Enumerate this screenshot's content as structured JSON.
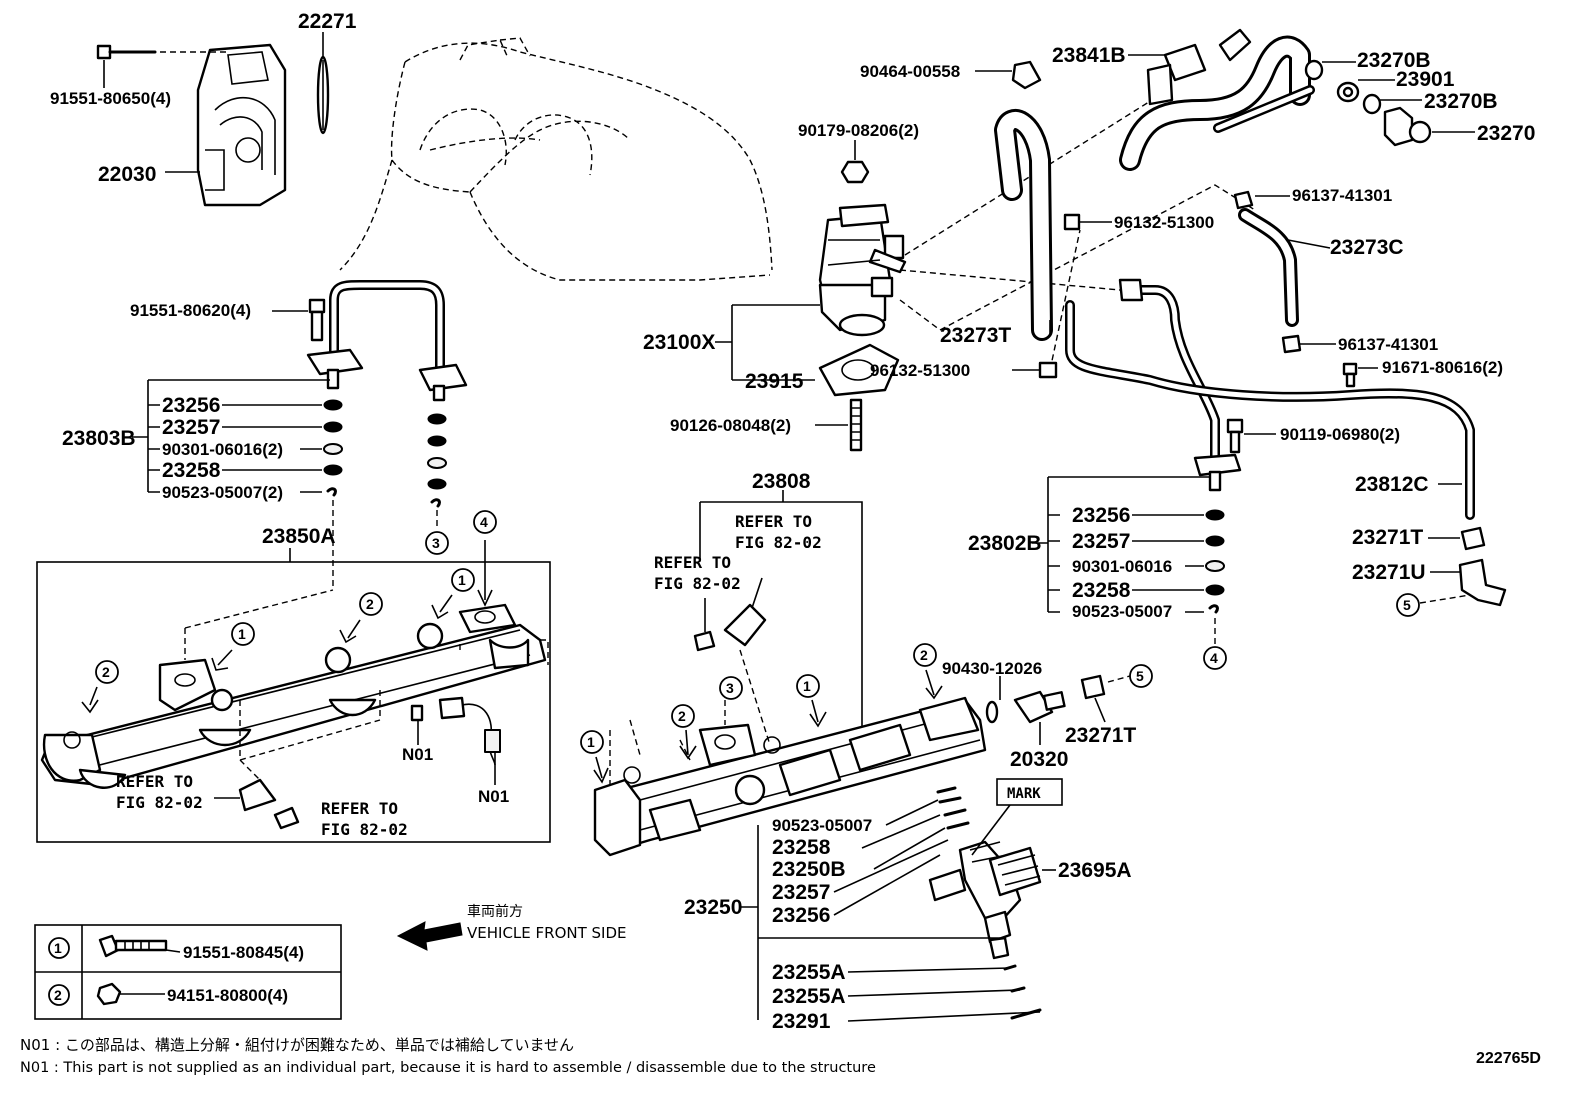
{
  "diagram_id": "222765D",
  "vehicle_front": {
    "jp": "車両前方",
    "en": "VEHICLE FRONT SIDE"
  },
  "notes": [
    {
      "code": "N01",
      "jp": "N01 : この部品は、構造上分解・組付けが困難なため、単品では補給していません"
    },
    {
      "code": "N01",
      "en": "N01 : This part is not supplied as an individual part, because it is hard to assemble / disassemble due to the structure"
    }
  ],
  "legend": [
    {
      "num": "1",
      "part": "91551-80845(4)"
    },
    {
      "num": "2",
      "part": "94151-80800(4)"
    }
  ],
  "callouts": [
    "1",
    "2",
    "3",
    "4",
    "5"
  ],
  "refer": {
    "l1": "REFER TO",
    "l2": "FIG 82-02"
  },
  "mark_label": "MARK",
  "n01": "N01",
  "parts": {
    "p22271": "22271",
    "p91551_80650": "91551-80650(4)",
    "p22030": "22030",
    "p91551_80620": "91551-80620(4)",
    "p23803B": "23803B",
    "p23850A": "23850A",
    "p23256": "23256",
    "p23257": "23257",
    "p90301_06016_2": "90301-06016(2)",
    "p23258": "23258",
    "p90523_05007_2": "90523-05007(2)",
    "p90464_00558": "90464-00558",
    "p23841B": "23841B",
    "p90179_08206": "90179-08206(2)",
    "p23100X": "23100X",
    "p23915": "23915",
    "p90126_08048": "90126-08048(2)",
    "p23273T": "23273T",
    "p96132_51300": "96132-51300",
    "p23270B": "23270B",
    "p23901": "23901",
    "p23270": "23270",
    "p96137_41301": "96137-41301",
    "p23273C": "23273C",
    "p91671_80616": "91671-80616(2)",
    "p90119_06980": "90119-06980(2)",
    "p23812C": "23812C",
    "p23802B": "23802B",
    "p90301_06016": "90301-06016",
    "p90523_05007": "90523-05007",
    "p23271T": "23271T",
    "p23271U": "23271U",
    "p23808": "23808",
    "p90430_12026": "90430-12026",
    "p20320": "20320",
    "p23250": "23250",
    "p23250B": "23250B",
    "p23695A": "23695A",
    "p23255A": "23255A",
    "p23291": "23291"
  }
}
